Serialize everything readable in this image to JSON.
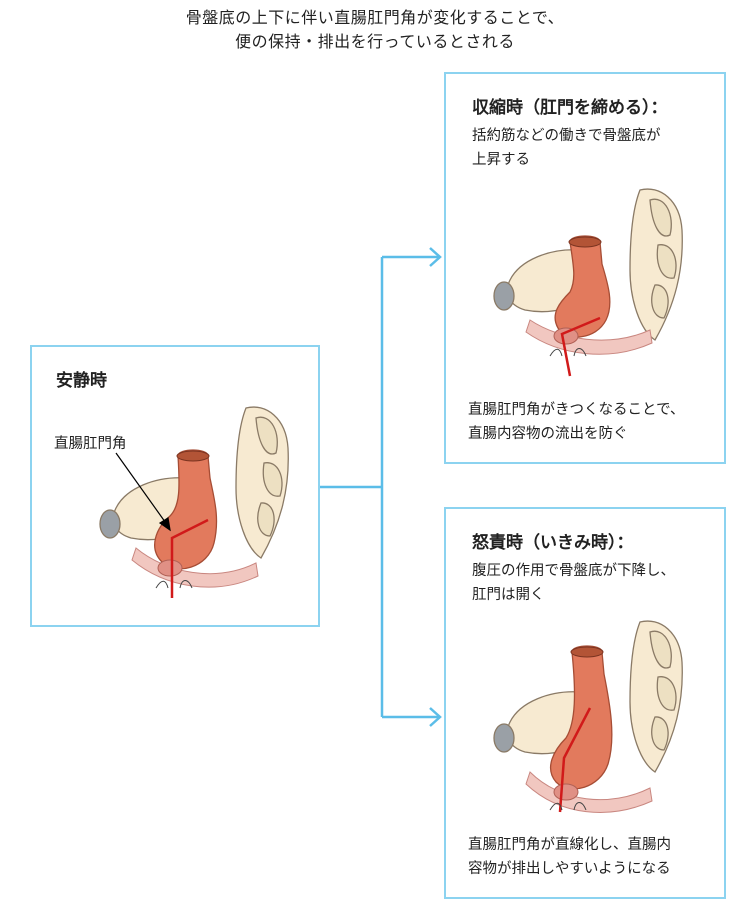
{
  "title": {
    "line1": "骨盤底の上下に伴い直腸肛門角が変化することで、",
    "line2": "便の保持・排出を行っているとされる"
  },
  "rest": {
    "heading": "安静時",
    "angle_label": "直腸肛門角"
  },
  "contract": {
    "heading": "収縮時（肛門を締める）：",
    "desc1": "括約筋などの働きで骨盤底が",
    "desc2": "上昇する",
    "result1": "直腸肛門角がきつくなることで、",
    "result2": "直腸内容物の流出を防ぐ"
  },
  "strain": {
    "heading": "怒責時（いきみ時）：",
    "desc1": "腹圧の作用で骨盤底が下降し、",
    "desc2": "肛門は開く",
    "result1": "直腸肛門角が直線化し、直腸内",
    "result2": "容物が排出しやすいようになる"
  },
  "colors": {
    "frame": "#8cd3f0",
    "connector": "#5bbde8",
    "rectum": "#e27a5d",
    "bone": "#f7ead1",
    "angle_line": "#d11a1a"
  }
}
